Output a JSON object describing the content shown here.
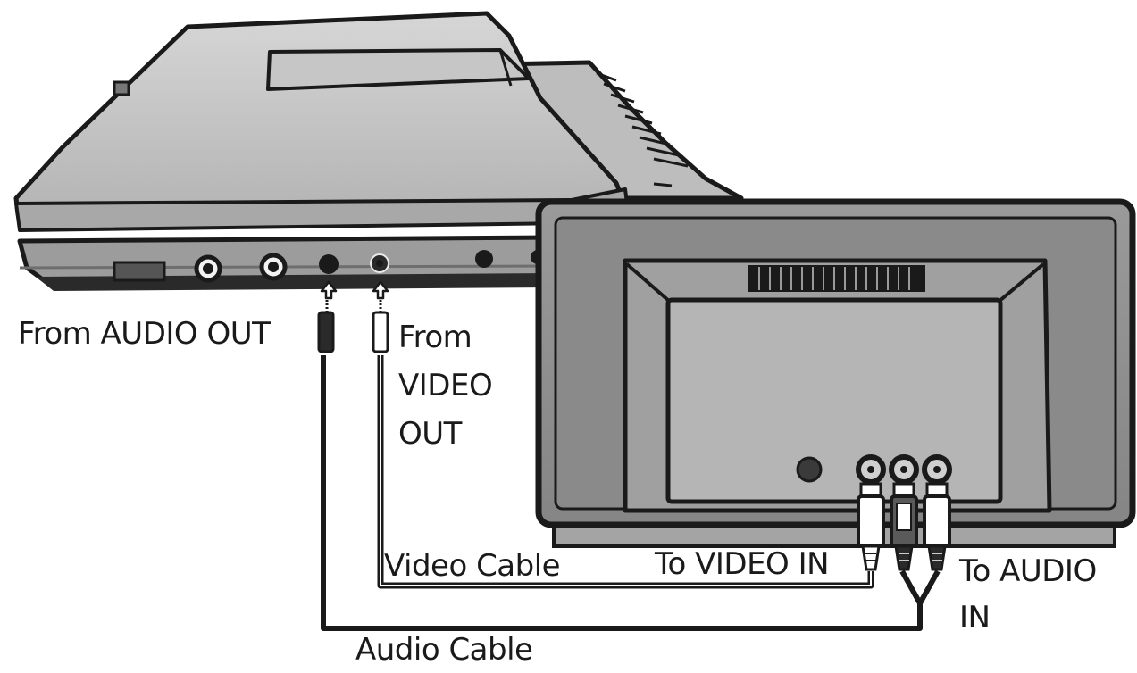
{
  "labels": {
    "from_audio_out": "From AUDIO OUT",
    "from_video_out_line1": "From",
    "from_video_out_line2": "VIDEO",
    "from_video_out_line3": "OUT",
    "video_cable": "Video Cable",
    "to_video_in": "To VIDEO IN",
    "to_audio_in_line1": "To AUDIO",
    "to_audio_in_line2": "IN",
    "audio_cable": "Audio Cable"
  },
  "colors": {
    "outline": "#1a1a1a",
    "player_top": "#c8c8c8",
    "player_side": "#9e9e9e",
    "tv_frame": "#8f8f8f",
    "tv_panel": "#b5b5b5",
    "tv_base": "#a4a4a4",
    "cable": "#1a1a1a",
    "background": "#ffffff"
  },
  "icons": {
    "up_arrow": "up-arrow-icon",
    "jack": "jack-socket-icon",
    "rca_plug": "rca-plug-icon"
  }
}
